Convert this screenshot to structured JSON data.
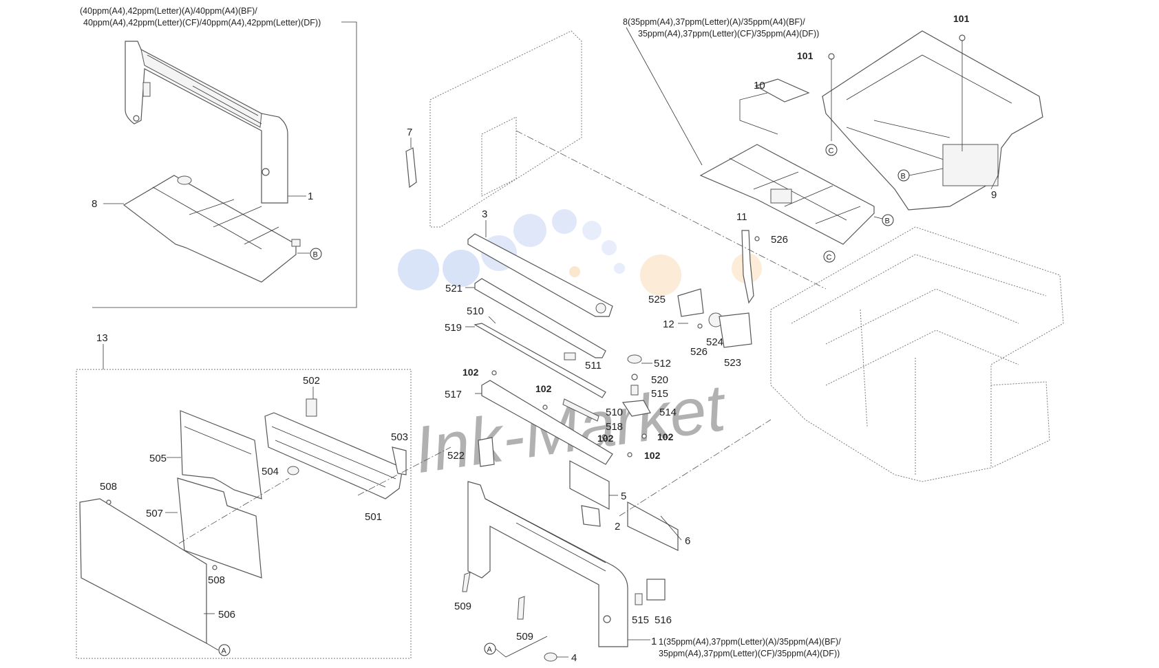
{
  "captions": {
    "top_left_line1": "(40ppm(A4),42ppm(Letter)(A)/40ppm(A4)(BF)/",
    "top_left_line2": "40ppm(A4),42ppm(Letter)(CF)/40ppm(A4),42ppm(Letter)(DF))",
    "top_right_line1": "8(35ppm(A4),37ppm(Letter)(A)/35ppm(A4)(BF)/",
    "top_right_line2": "35ppm(A4),37ppm(Letter)(CF)/35ppm(A4)(DF))",
    "bottom_line1": "1(35ppm(A4),37ppm(Letter)(A)/35ppm(A4)(BF)/",
    "bottom_line2": "35ppm(A4),37ppm(Letter)(CF)/35ppm(A4)(DF))"
  },
  "refs": {
    "a": "A",
    "b": "B",
    "c": "C"
  },
  "watermark": "Ink-Market",
  "callouts": {
    "p1": "1",
    "p2": "2",
    "p3": "3",
    "p4": "4",
    "p5": "5",
    "p6": "6",
    "p7": "7",
    "p8": "8",
    "p9": "9",
    "p10": "10",
    "p11": "11",
    "p12": "12",
    "p13": "13",
    "p101": "101",
    "p102": "102",
    "p501": "501",
    "p502": "502",
    "p503": "503",
    "p504": "504",
    "p505": "505",
    "p506": "506",
    "p507": "507",
    "p508": "508",
    "p509": "509",
    "p510": "510",
    "p511": "511",
    "p512": "512",
    "p514": "514",
    "p515": "515",
    "p516": "516",
    "p517": "517",
    "p518": "518",
    "p519": "519",
    "p520": "520",
    "p521": "521",
    "p522": "522",
    "p523": "523",
    "p524": "524",
    "p525": "525",
    "p526": "526"
  }
}
